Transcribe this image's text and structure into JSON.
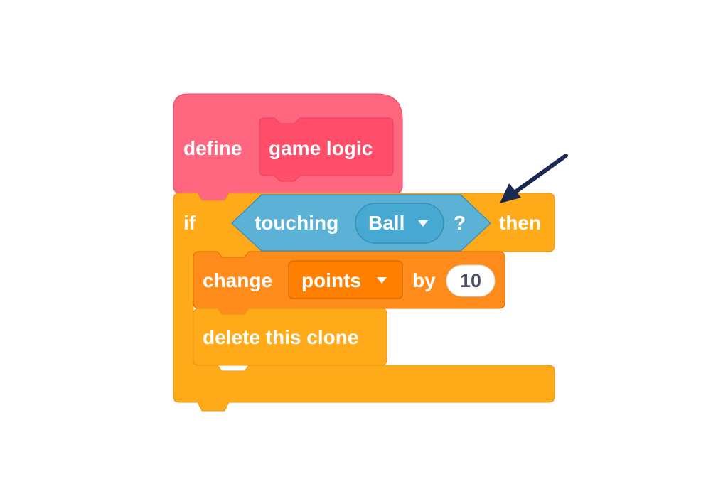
{
  "define_block": {
    "keyword": "define",
    "name": "game logic"
  },
  "if_block": {
    "if_label": "if",
    "then_label": "then",
    "condition": {
      "keyword": "touching",
      "target": "Ball",
      "question": "?"
    }
  },
  "change_block": {
    "keyword": "change",
    "variable": "points",
    "by_label": "by",
    "value": "10"
  },
  "delete_block": {
    "label": "delete this clone"
  },
  "colors": {
    "custom_block": "#ff6680",
    "custom_block_dark": "#ff4d6a",
    "control": "#ffab19",
    "control_border": "#cf8b17",
    "sensing": "#5cb1d6",
    "sensing_dark": "#47a8d1",
    "variables": "#ff8c1a",
    "arrow": "#1b2a52"
  }
}
